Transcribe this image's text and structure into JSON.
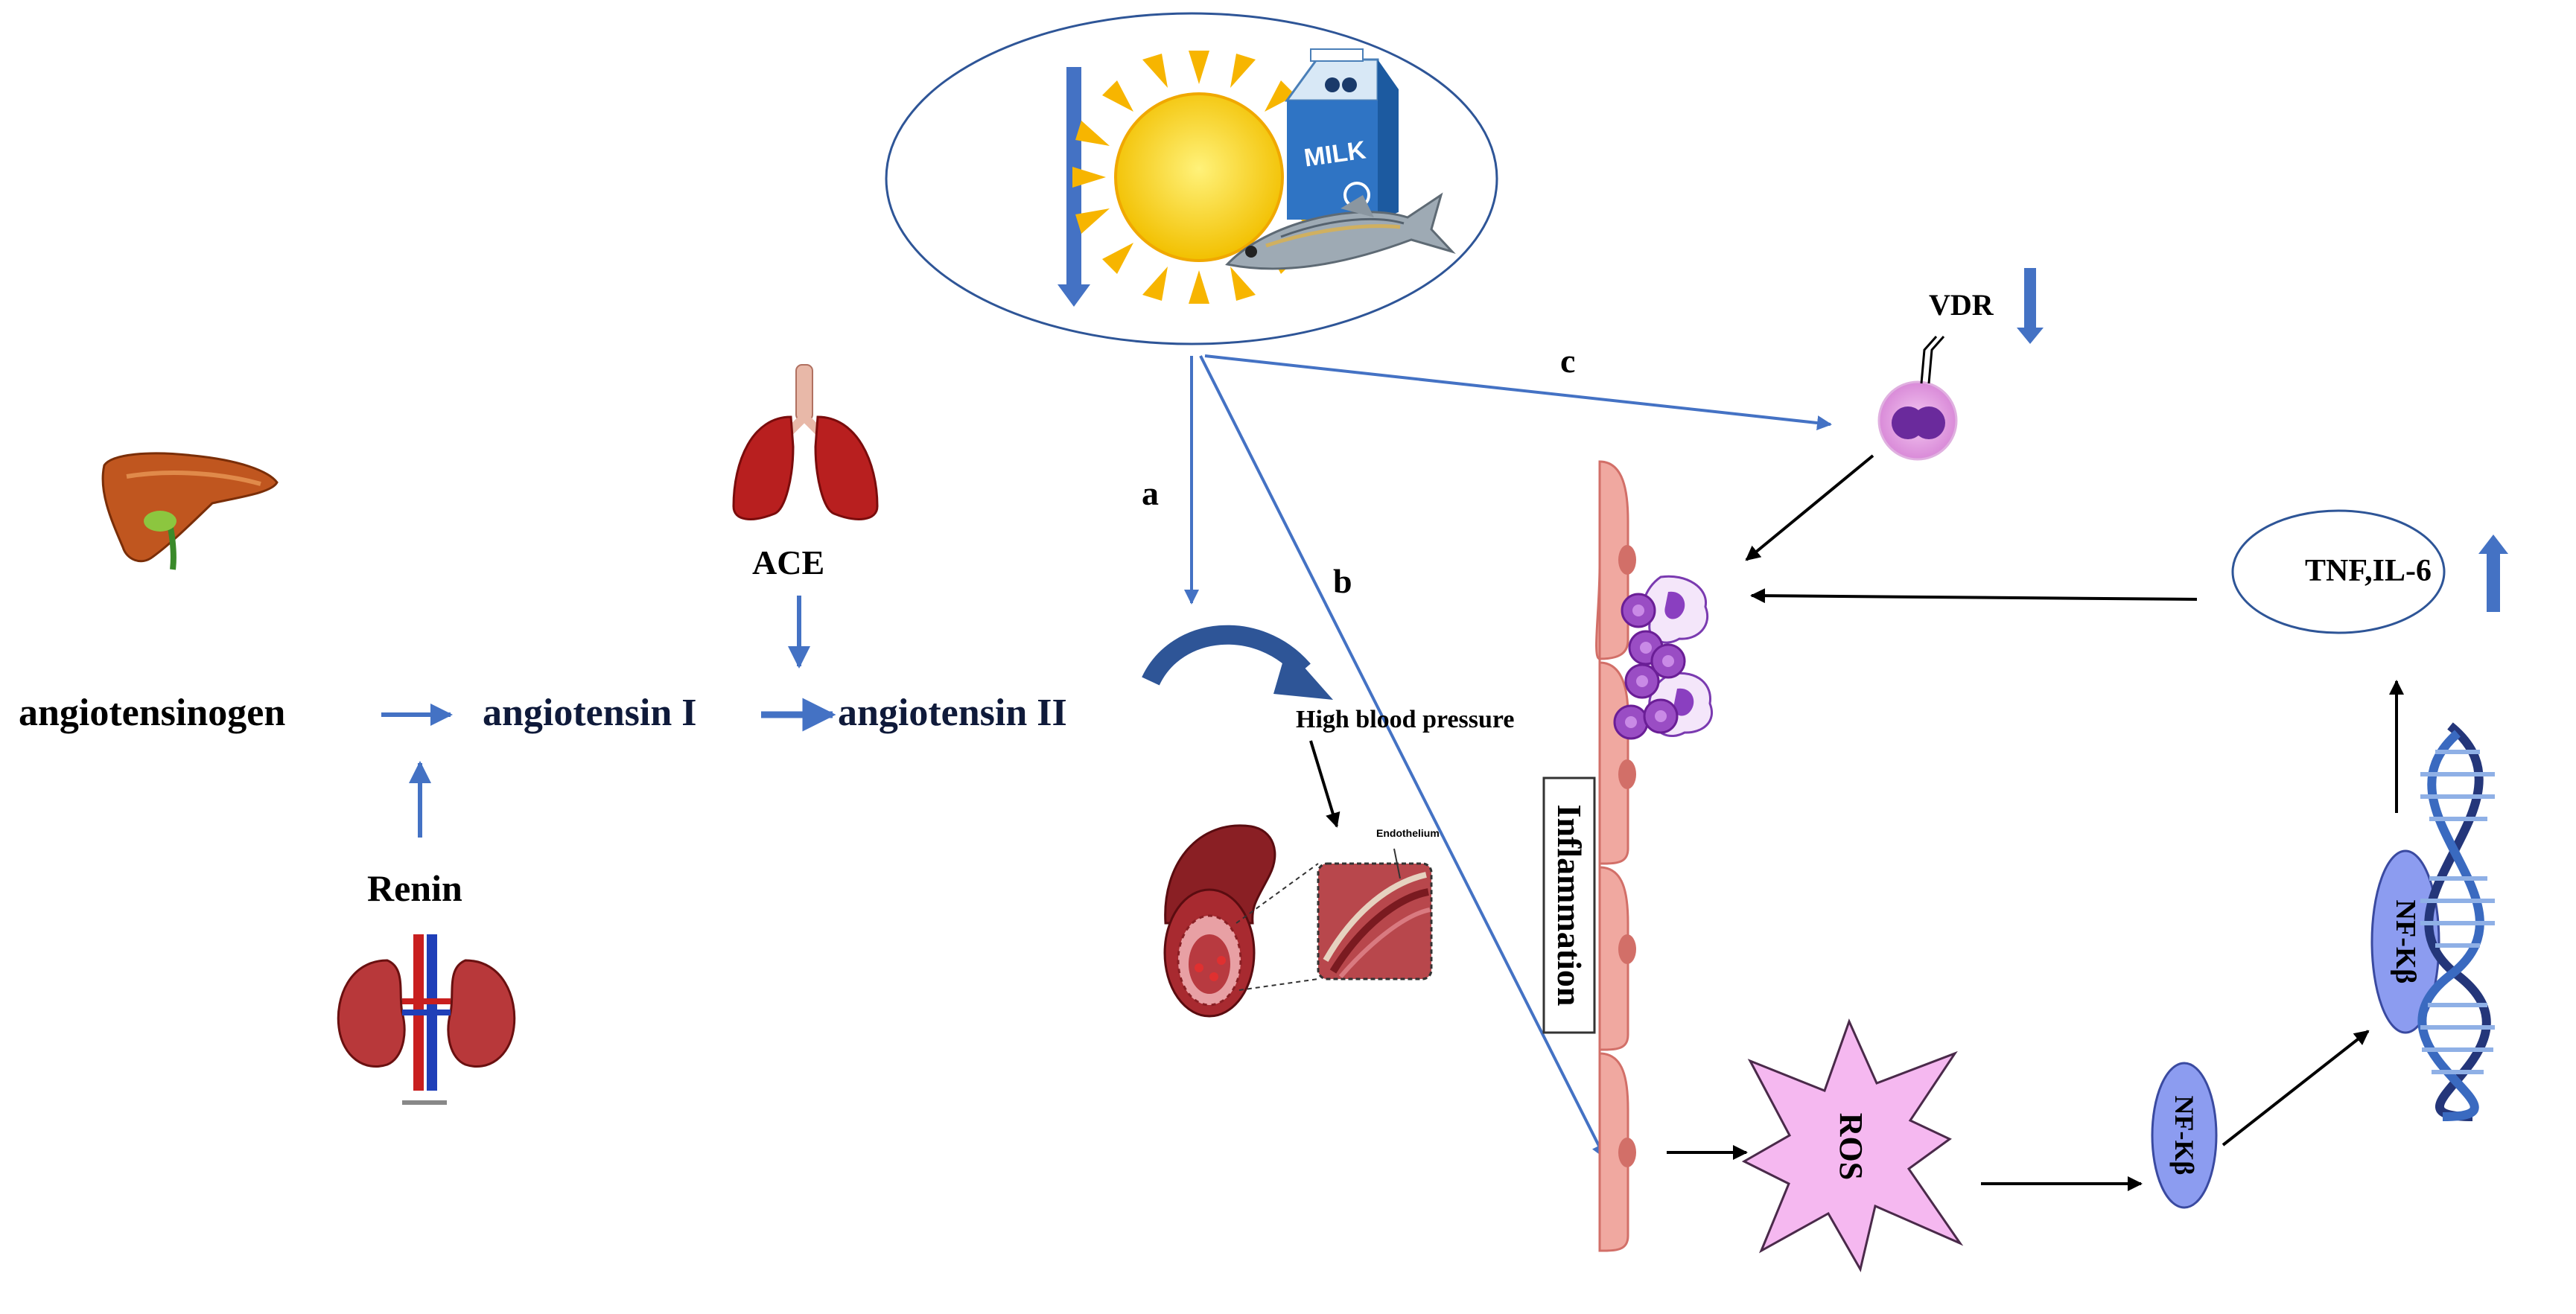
{
  "labels": {
    "angiotensinogen": "angiotensinogen",
    "angiotensin_i": "angiotensin I",
    "angiotensin_ii": "angiotensin II",
    "renin": "Renin",
    "ace": "ACE",
    "high_blood_pressure": "High blood pressure",
    "endothelium": "Endothelium",
    "inflammation": "Inflammation",
    "vdr": "VDR",
    "tnf_il6": "TNF,IL-6",
    "ros": "ROS",
    "nfkb_1": "NF-Kβ",
    "nfkb_2": "NF-Kβ",
    "path_a": "a",
    "path_b": "b",
    "path_c": "c",
    "milk": "MILK"
  },
  "icons": {
    "sun": "sun-icon",
    "milk": "milk-carton-icon",
    "fish": "fish-icon",
    "liver": "liver-icon",
    "lungs": "lungs-icon",
    "kidneys": "kidneys-icon",
    "artery": "artery-icon",
    "immune_cell": "immune-cell-icon",
    "dna": "dna-helix-icon"
  },
  "colors": {
    "arrow_blue": "#4472c4",
    "ellipse_stroke": "#2e5597",
    "endothelium": "#f0a8a0",
    "ros_fill": "#f5b8f0",
    "nfkb_fill": "#8c9cf0",
    "sun_yellow": "#f7c800",
    "liver": "#b8451c",
    "lungs": "#b52020",
    "neutrophil": "#8a3fc0"
  }
}
